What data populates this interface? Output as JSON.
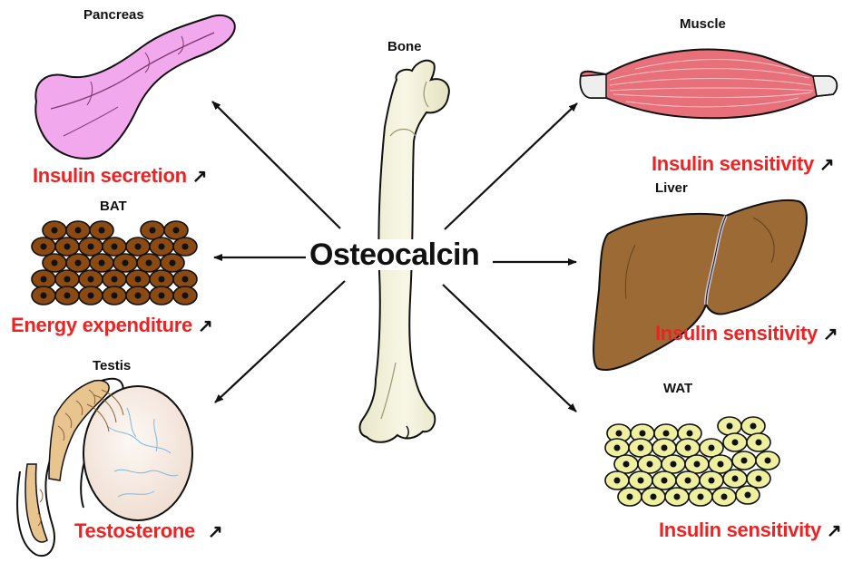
{
  "hub": {
    "label": "Osteocalcin"
  },
  "bone": {
    "label": "Bone"
  },
  "up_arrow_glyph": "↗",
  "colors": {
    "effect_text": "#ee2222",
    "bone_fill": "#f4f3dc",
    "pancreas_fill": "#f2a8ec",
    "bat_cell": "#8a4a12",
    "wat_cell": "#eef0a0",
    "liver_fill": "#9c6a34",
    "muscle_fill": "#e8707a",
    "testis_fill": "#f8ece4",
    "epididymis_fill": "#e8c48e"
  },
  "targets": [
    {
      "organ": "Pancreas",
      "effect": "Insulin secretion",
      "icon": "pancreas-icon"
    },
    {
      "organ": "BAT",
      "effect": "Energy expenditure",
      "icon": "brown-fat-cells-icon"
    },
    {
      "organ": "Testis",
      "effect": "Testosterone",
      "icon": "testis-icon"
    },
    {
      "organ": "Muscle",
      "effect": "Insulin sensitivity",
      "icon": "muscle-icon"
    },
    {
      "organ": "Liver",
      "effect": "Insulin sensitivity",
      "icon": "liver-icon"
    },
    {
      "organ": "WAT",
      "effect": "Insulin sensitivity",
      "icon": "white-fat-cells-icon"
    }
  ]
}
